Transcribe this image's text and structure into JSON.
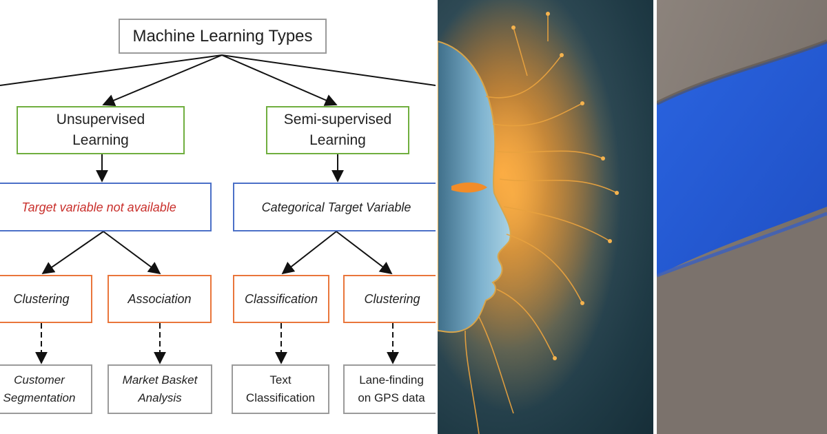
{
  "diagram": {
    "root": "Machine Learning Types",
    "categories": [
      {
        "label": "Unsupervised\nLearning",
        "target": "Target variable not available",
        "methods": [
          {
            "label": "Clustering",
            "example": "Customer\nSegmentation"
          },
          {
            "label": "Association",
            "example": "Market Basket\nAnalysis"
          }
        ]
      },
      {
        "label": "Semi-supervised\nLearning",
        "target": "Categorical Target Variable",
        "methods": [
          {
            "label": "Classification",
            "example": "Text\nClassification"
          },
          {
            "label": "Clustering",
            "example": "Lane-finding\non GPS data"
          }
        ]
      }
    ]
  },
  "images": {
    "ai_face": "circuit-face-image",
    "fabric": "blue-gray-fabric-image"
  },
  "colors": {
    "root_border": "#9a9a9a",
    "category_border": "#6fae3e",
    "target_border": "#4a6fc7",
    "method_border": "#e9753a",
    "example_border": "#9a9a9a",
    "highlight_text": "#c9302c"
  }
}
